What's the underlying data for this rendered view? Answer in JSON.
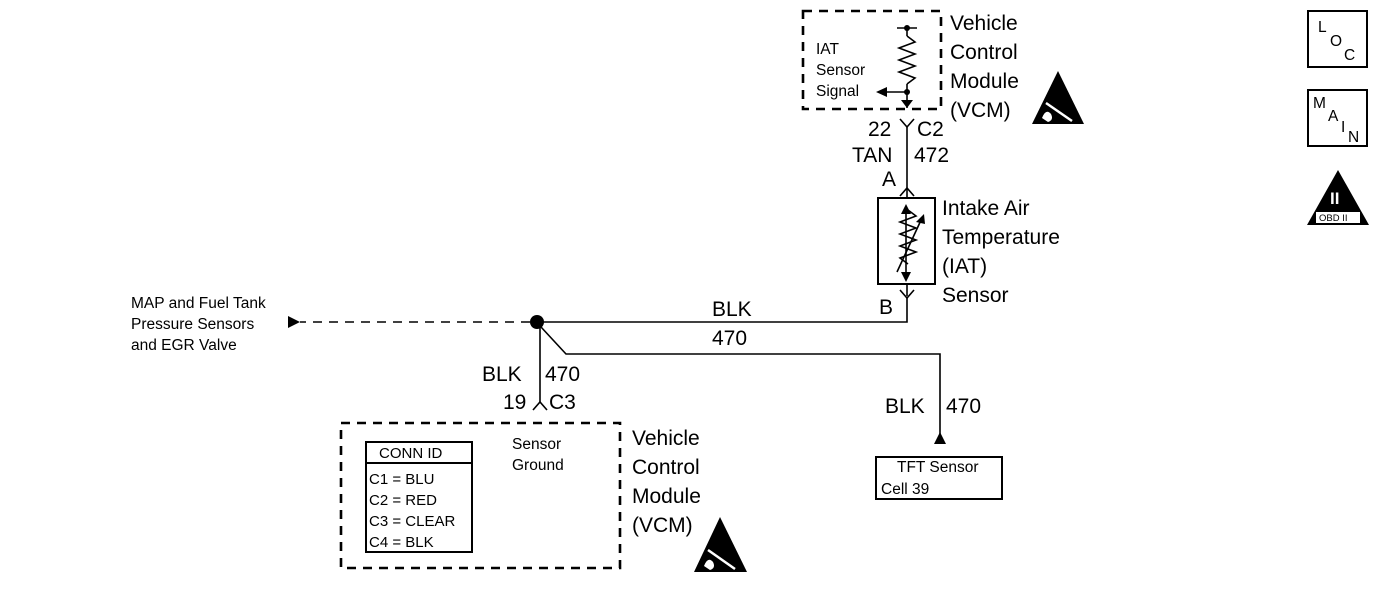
{
  "vcm_top": {
    "title_lines": [
      "Vehicle",
      "Control",
      "Module",
      "(VCM)"
    ],
    "internal_label_lines": [
      "IAT",
      "Sensor",
      "Signal"
    ]
  },
  "vcm_top_connector": {
    "pin": "22",
    "connector": "C2"
  },
  "wire_tan": {
    "color": "TAN",
    "circuit": "472"
  },
  "iat_sensor": {
    "pin_a": "A",
    "pin_b": "B",
    "title_lines": [
      "Intake Air",
      "Temperature",
      "(IAT)",
      "Sensor"
    ]
  },
  "wire_blk_main": {
    "color": "BLK",
    "circuit": "470"
  },
  "map_ref": {
    "lines": [
      "MAP and Fuel Tank",
      "Pressure Sensors",
      "and EGR Valve"
    ]
  },
  "wire_blk_down": {
    "color": "BLK",
    "circuit": "470"
  },
  "vcm_bottom_connector": {
    "pin": "19",
    "connector": "C3"
  },
  "wire_blk_tft": {
    "color": "BLK",
    "circuit": "470"
  },
  "tft_ref": {
    "lines": [
      "TFT Sensor",
      "Cell 39"
    ]
  },
  "vcm_bottom": {
    "title_lines": [
      "Vehicle",
      "Control",
      "Module",
      "(VCM)"
    ],
    "internal_label_lines": [
      "Sensor",
      "Ground"
    ],
    "conn_id": {
      "header": "CONN ID",
      "rows": [
        "C1 = BLU",
        "C2 = RED",
        "C3 = CLEAR",
        "C4 = BLK"
      ]
    }
  },
  "side_icons": {
    "loc": [
      "L",
      "O",
      "C"
    ],
    "main": [
      "M",
      "A",
      "I",
      "N"
    ],
    "obd": {
      "numeral": "II",
      "label": "OBD II"
    }
  }
}
